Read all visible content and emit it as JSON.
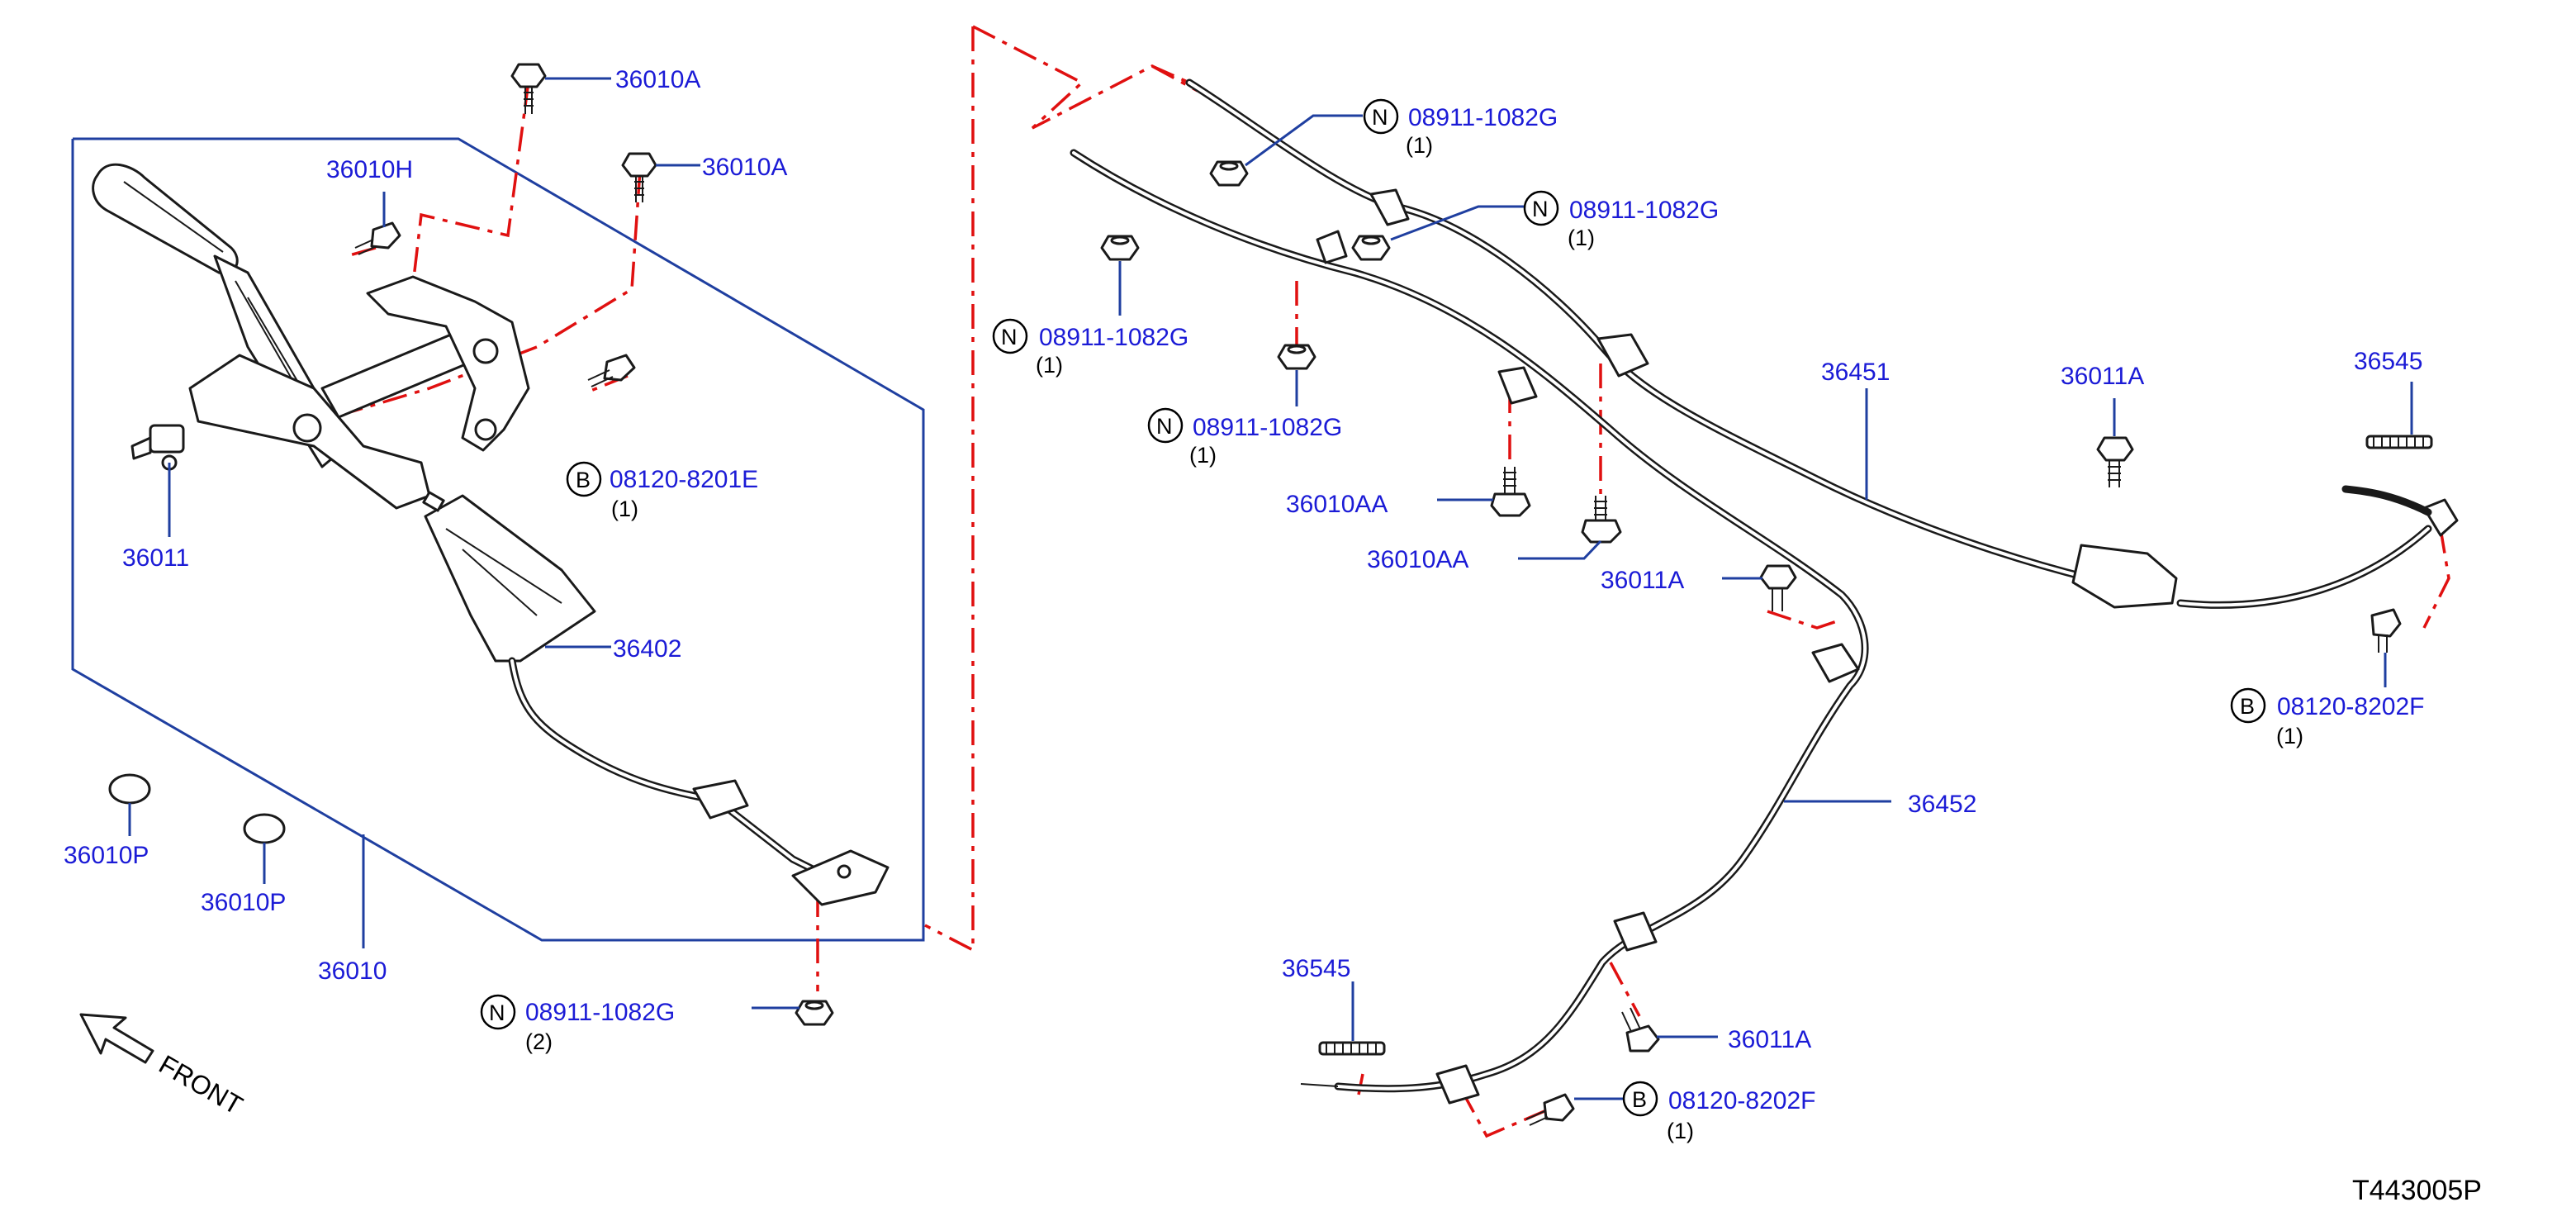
{
  "diagram": {
    "ref_code": "T443005P",
    "front_label": "FRONT",
    "labels": {
      "p36010A_a": "36010A",
      "p36010A_b": "36010A",
      "p36010H": "36010H",
      "p36011": "36011",
      "p36010P_a": "36010P",
      "p36010P_b": "36010P",
      "p36010": "36010",
      "p36402": "36402",
      "p08120_8201E": "08120-8201E",
      "p08911_left_bottom": "08911-1082G",
      "p08911_top1": "08911-1082G",
      "p08911_top2": "08911-1082G",
      "p08911_mid1": "08911-1082G",
      "p08911_mid2": "08911-1082G",
      "p36010AA_a": "36010AA",
      "p36010AA_b": "36010AA",
      "p36011A_a": "36011A",
      "p36011A_b": "36011A",
      "p36011A_c": "36011A",
      "p36451": "36451",
      "p36452": "36452",
      "p36545_a": "36545",
      "p36545_b": "36545",
      "p08120_8202F_a": "08120-8202F",
      "p08120_8202F_b": "08120-8202F"
    },
    "quantities": {
      "q08120_8201E": "(1)",
      "q08911_left_bottom": "(2)",
      "q08911_top1": "(1)",
      "q08911_top2": "(1)",
      "q08911_mid1": "(1)",
      "q08911_mid2": "(1)",
      "q08120_8202F_a": "(1)",
      "q08120_8202F_b": "(1)"
    },
    "code_letters": {
      "n": "N",
      "b": "B"
    },
    "colors": {
      "label_blue": "#1b1bd6",
      "leader_blue": "#1f3fa0",
      "phantom_red": "#e01010",
      "part_black": "#1a1a1a"
    }
  }
}
